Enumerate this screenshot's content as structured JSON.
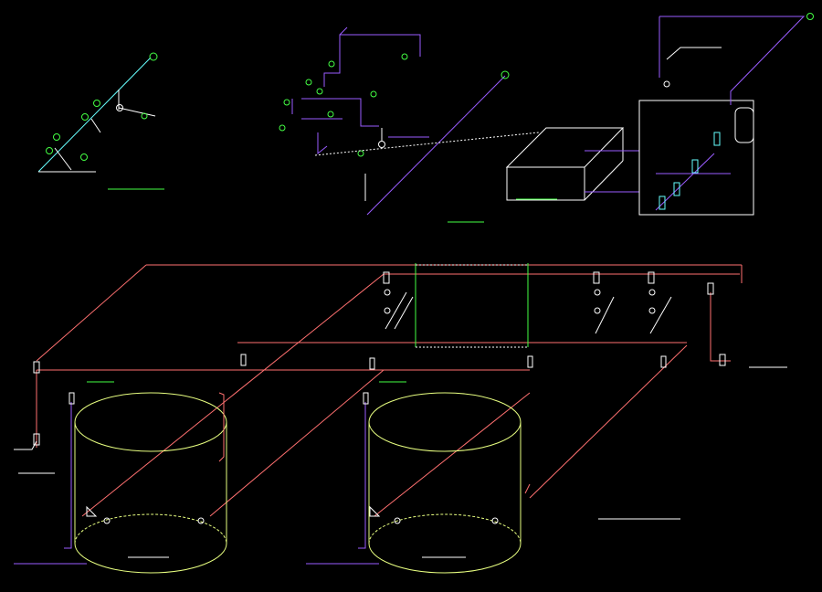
{
  "canvas": {
    "background": "#000000"
  },
  "colors": {
    "fire": "#ff7070",
    "sprinkler": "#cc66ff",
    "water": "#9a5cff",
    "tank": "#e8ff80",
    "cyan": "#66ffff",
    "white": "#ffffff",
    "green": "#44ff44",
    "yellow": "#ffff55"
  },
  "diagrams": [
    {
      "id": "heat-system",
      "title": ""
    },
    {
      "id": "supply-system",
      "title": ""
    },
    {
      "id": "pump-room",
      "title": ""
    },
    {
      "id": "fire-pipe-network",
      "title": ""
    }
  ]
}
